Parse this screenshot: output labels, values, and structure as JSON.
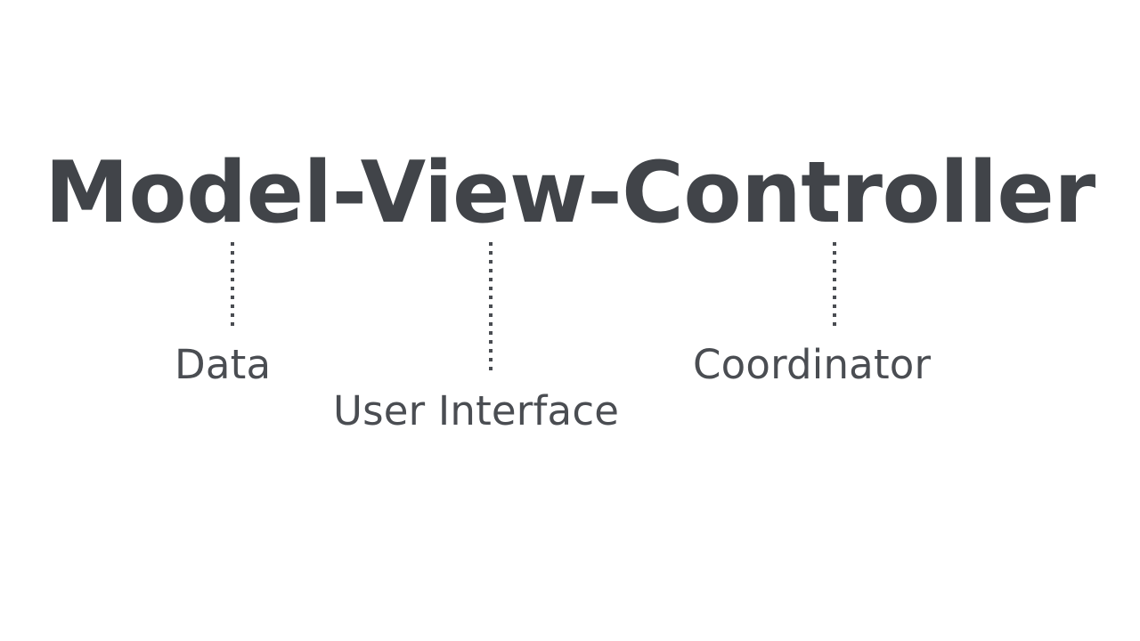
{
  "slide": {
    "background_color": "#ffffff",
    "text_color": "#414449",
    "accent_color": "#4a4d52",
    "title": "Model-View-Controller"
  },
  "parts": [
    {
      "term": "Model",
      "label": "Data",
      "connector": "dotted-vertical-line"
    },
    {
      "term": "View",
      "label": "User Interface",
      "connector": "dotted-vertical-line"
    },
    {
      "term": "Controller",
      "label": "Coordinator",
      "connector": "dotted-vertical-line"
    }
  ]
}
